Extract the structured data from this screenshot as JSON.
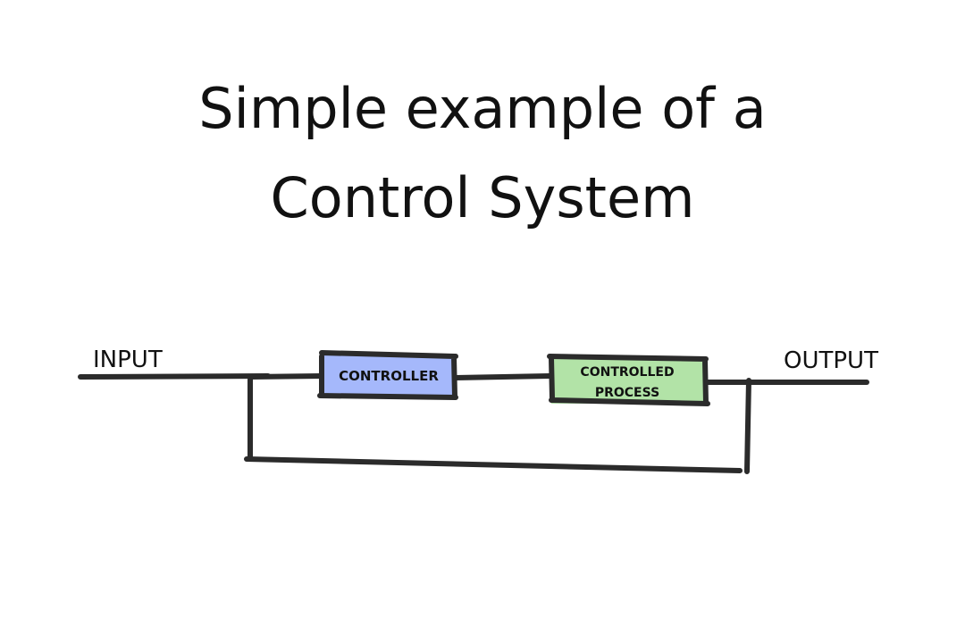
{
  "title": {
    "line1": "Simple example of a",
    "line2": "Control System"
  },
  "diagram": {
    "input_label": "INPUT",
    "output_label": "OUTPUT",
    "blocks": [
      {
        "id": "controller",
        "lines": [
          "CONTROLLER"
        ],
        "fill": "#a5b8fb"
      },
      {
        "id": "controlled-process",
        "lines": [
          "CONTROLLED",
          "PROCESS"
        ],
        "fill": "#b2e3a7"
      }
    ],
    "stroke_color": "#2b2b2b"
  }
}
